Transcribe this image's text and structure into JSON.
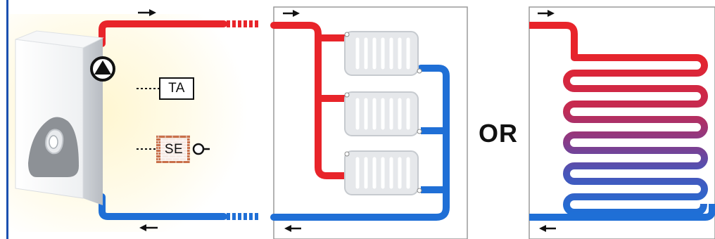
{
  "labels": {
    "thermostat": "TA",
    "sensor": "SE",
    "separator": "OR"
  },
  "colors": {
    "supply": "#e8242a",
    "return": "#1f6fd6",
    "frame": "#1a4fb0",
    "panel_border": "#9a9a9a",
    "arrow": "#111111"
  },
  "options": [
    "radiators",
    "underfloor-heating"
  ]
}
